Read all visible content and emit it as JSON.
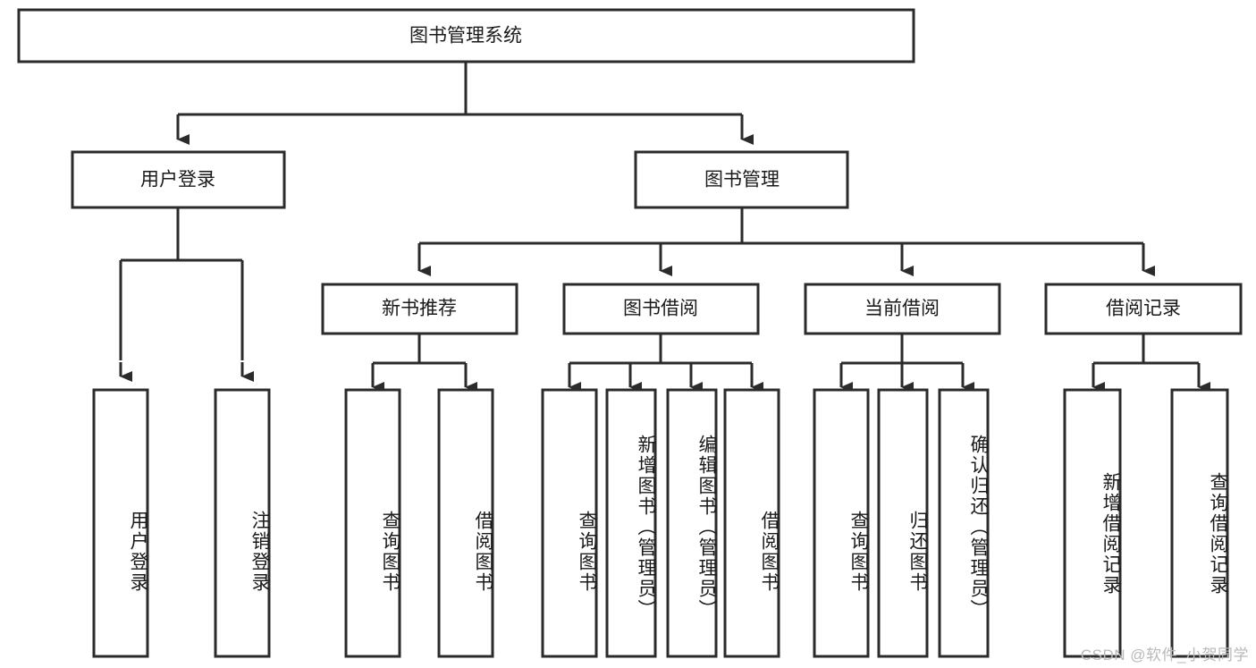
{
  "diagram": {
    "type": "tree",
    "title": "图书管理系统",
    "orientation": "top-down",
    "root": {
      "label": "图书管理系统",
      "level": 0
    },
    "level2": [
      {
        "label": "用户登录"
      },
      {
        "label": "图书管理"
      }
    ],
    "level3": [
      {
        "label": "新书推荐",
        "parent": "图书管理"
      },
      {
        "label": "图书借阅",
        "parent": "图书管理"
      },
      {
        "label": "当前借阅",
        "parent": "图书管理"
      },
      {
        "label": "借阅记录",
        "parent": "图书管理"
      }
    ],
    "leaves": {
      "user_login": [
        {
          "label": "用户登录"
        },
        {
          "label": "注销登录"
        }
      ],
      "new_book_recommend": [
        {
          "label": "查询图书"
        },
        {
          "label": "借阅图书"
        }
      ],
      "book_borrow": [
        {
          "label": "查询图书"
        },
        {
          "label": "新增图书（管理员）"
        },
        {
          "label": "编辑图书（管理员）"
        },
        {
          "label": "借阅图书"
        }
      ],
      "current_borrow": [
        {
          "label": "查询图书"
        },
        {
          "label": "归还图书"
        },
        {
          "label": "确认归还（管理员）"
        }
      ],
      "borrow_records": [
        {
          "label": "新增借阅记录"
        },
        {
          "label": "查询借阅记录"
        }
      ]
    }
  },
  "watermark": {
    "text": "CSDN @软件_小贺同学"
  },
  "colors": {
    "stroke": "#2b2b2b",
    "fill": "#ffffff",
    "text": "#1a1a1a",
    "watermark": "#b9b9b9",
    "background": "#ffffff"
  }
}
